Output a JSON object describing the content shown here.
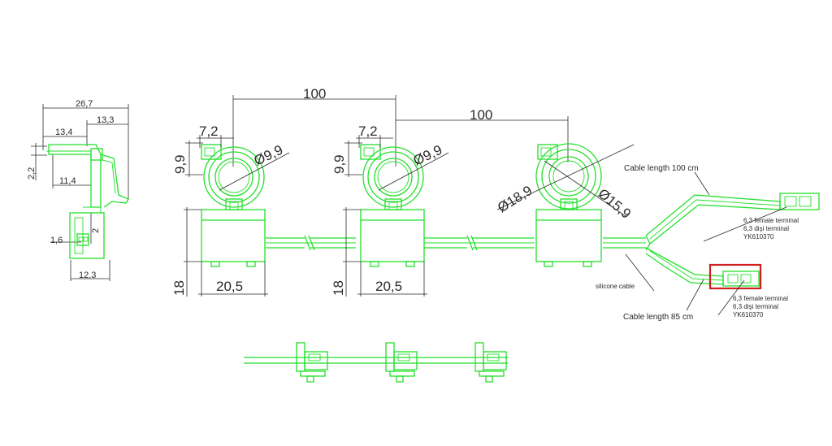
{
  "colors": {
    "geometry": "#22e02a",
    "dimensions": "#2a2a2a",
    "highlight": "#d11f1f"
  },
  "side_view": {
    "overall_width": "26,7",
    "left_width": "13,4",
    "right_width": "13,3",
    "height": "2,2",
    "inner_width": "11,4",
    "pin_offset": "1,6",
    "pin_height": "2",
    "base_width": "12,3"
  },
  "main_view": {
    "pitch_1": "100",
    "pitch_2": "100",
    "clip_width_1": "7,2",
    "clip_width_2": "7,2",
    "clip_height_1": "9,9",
    "clip_height_2": "9,9",
    "hole_dia_1": "Ø9,9",
    "hole_dia_2": "Ø9,9",
    "outer_dia": "Ø18,9",
    "inner_dia": "Ø15,9",
    "body_width_1": "20,5",
    "body_width_2": "20,5",
    "body_height_1": "18",
    "body_height_2": "18"
  },
  "annotations": {
    "cable_top": "Cable length 100 cm",
    "cable_bottom": "Cable length 85 cm",
    "silicone": "silicone cable",
    "terminal_top_1": "6,3 female terminal",
    "terminal_top_2": "6,3 dişi terminal",
    "terminal_top_3": "YK610370",
    "terminal_bot_1": "6,3 female terminal",
    "terminal_bot_2": "6,3 dişi terminal",
    "terminal_bot_3": "YK610370"
  }
}
